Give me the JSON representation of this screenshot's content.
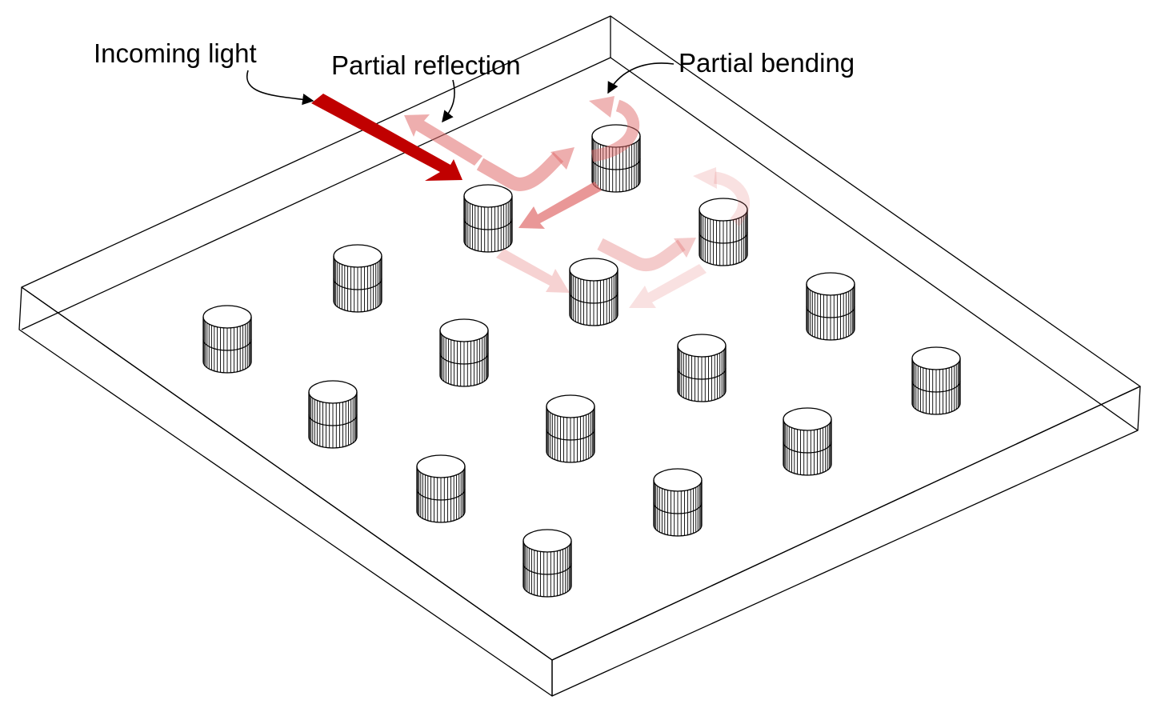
{
  "labels": {
    "incoming": "Incoming light",
    "reflection": "Partial reflection",
    "bending": "Partial bending"
  },
  "colors": {
    "incoming_arrow": "#c00000",
    "scattered_arrow": "#e06b6b",
    "outline": "#000000",
    "background": "#ffffff"
  },
  "pillars": {
    "count": 16,
    "arrangement": "4x4 grid on a slab"
  }
}
